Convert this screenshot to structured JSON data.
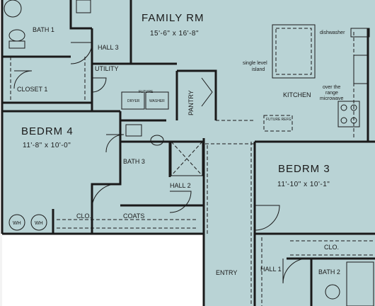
{
  "rooms": {
    "family": {
      "name": "FAMILY RM",
      "size": "15'-6\" x 16'-8\""
    },
    "bed4": {
      "name": "BEDRM 4",
      "size": "11'-8\" x 10'-0\""
    },
    "bed3": {
      "name": "BEDRM 3",
      "size": "11'-10\" x 10'-1\""
    },
    "bath1": "BATH 1",
    "bath2": "BATH 2",
    "bath3": "BATH 3",
    "hall1": "HALL 1",
    "hall2": "HALL 2",
    "hall3": "HALL 3",
    "closet1": "CLOSET 1",
    "utility": "UTILITY",
    "pantry": "PANTRY",
    "kitchen": "KITCHEN",
    "entry": "ENTRY",
    "clo_a": "CLO.",
    "clo_b": "CLO.",
    "coats": "COATS"
  },
  "fixtures": {
    "dishwasher": "dishwasher",
    "island": [
      "single level",
      "island"
    ],
    "microwave": [
      "over the",
      "range",
      "microwave"
    ],
    "fridge": "FUTURE REFG.",
    "dryer_future": "FUTURE",
    "dryer": "DRYER",
    "washer": "WASHER",
    "wh1": "WH",
    "wh2": "WH"
  },
  "colors": {
    "room": "#b9d3d5",
    "background": "#f3f3f3",
    "wall": "#1a1a1a",
    "paper": "#ffffff"
  }
}
